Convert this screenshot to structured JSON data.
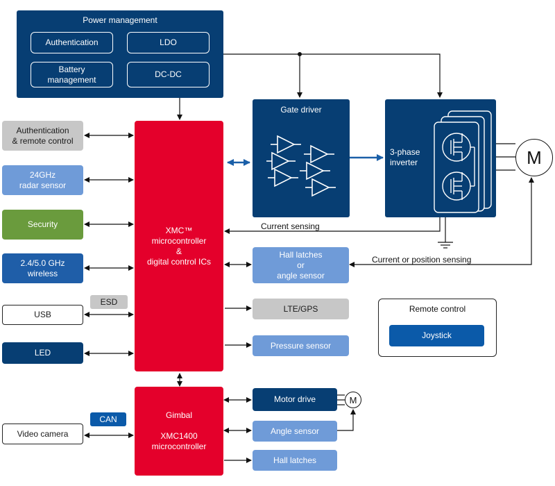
{
  "power": {
    "title": "Power management",
    "authentication": "Authentication",
    "ldo": "LDO",
    "battery": "Battery\nmanagement",
    "dcdc": "DC-DC"
  },
  "gate_driver": {
    "title": "Gate driver"
  },
  "inverter": {
    "title": "3-phase\ninverter"
  },
  "motor": {
    "label": "M",
    "small_label": "M"
  },
  "left": {
    "auth_remote": "Authentication\n& remote control",
    "radar": "24GHz\nradar sensor",
    "security": "Security",
    "wireless": "2.4/5.0 GHz\nwireless",
    "esd": "ESD",
    "usb": "USB",
    "led": "LED",
    "can": "CAN",
    "video": "Video camera"
  },
  "mcu": {
    "label": "XMC™\nmicrocontroller\n&\ndigital control ICs"
  },
  "right": {
    "hall": "Hall latches\nor\nangle sensor",
    "lte": "LTE/GPS",
    "pressure": "Pressure sensor"
  },
  "remote": {
    "title": "Remote control",
    "joystick": "Joystick"
  },
  "gimbal": {
    "label": "Gimbal\n\nXMC1400\nmicrocontroller"
  },
  "gimbal_outputs": {
    "motor_drive": "Motor drive",
    "angle_sensor": "Angle sensor",
    "hall_latches": "Hall latches"
  },
  "annotations": {
    "current_sensing": "Current sensing",
    "position_sensing": "Current or position sensing"
  }
}
